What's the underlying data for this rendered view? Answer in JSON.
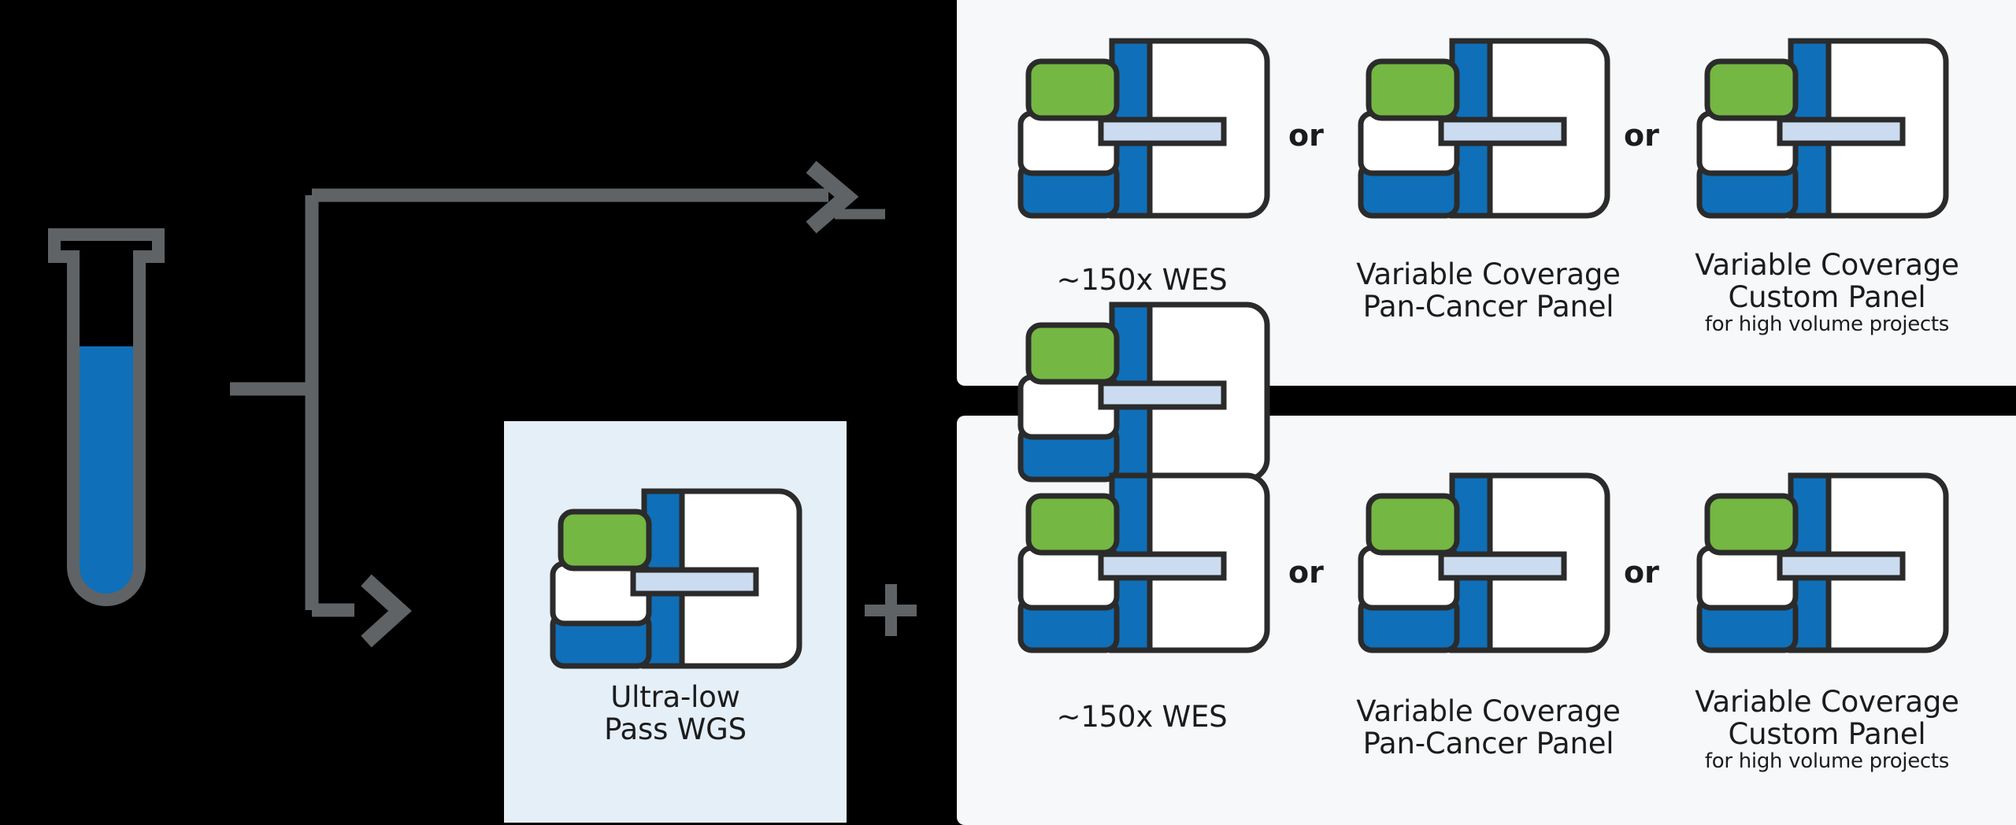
{
  "colors": {
    "green": "#74b743",
    "blue": "#0f6fb8",
    "light_blue_bar": "#ccdcf0",
    "outline": "#2b2b2b",
    "gray_arrow": "#5f6365",
    "panel_bg": "#f6f8fa",
    "wgs_box_bg": "#e4eff8",
    "background": "#000000",
    "tube_body": "#5f6365",
    "tube_liquid": "#0f6fb8"
  },
  "sample": {
    "icon_name": "test-tube-icon",
    "description": "blood sample test tube"
  },
  "flow": {
    "branch_top_label": "",
    "branch_bottom_label": "",
    "plus_symbol": "+"
  },
  "wgs_card": {
    "icon_name": "sequencing-kit-icon",
    "label": "Ultra-low\nPass WGS"
  },
  "top_panel": {
    "options": [
      {
        "icon_name": "sequencing-kit-icon",
        "label": "~150x WES",
        "note": ""
      },
      {
        "icon_name": "sequencing-kit-icon",
        "label": "Variable Coverage\nPan-Cancer Panel",
        "note": ""
      },
      {
        "icon_name": "sequencing-kit-icon",
        "label": "Variable Coverage\nCustom Panel",
        "note": "for high volume projects"
      }
    ],
    "separators": [
      "or",
      "or"
    ]
  },
  "bottom_panel": {
    "options": [
      {
        "icon_name": "sequencing-kit-icon",
        "label": "~150x WES",
        "note": ""
      },
      {
        "icon_name": "sequencing-kit-icon",
        "label": "Variable Coverage\nPan-Cancer Panel",
        "note": ""
      },
      {
        "icon_name": "sequencing-kit-icon",
        "label": "Variable Coverage\nCustom Panel",
        "note": "for high volume projects"
      }
    ],
    "separators": [
      "or",
      "or"
    ]
  }
}
